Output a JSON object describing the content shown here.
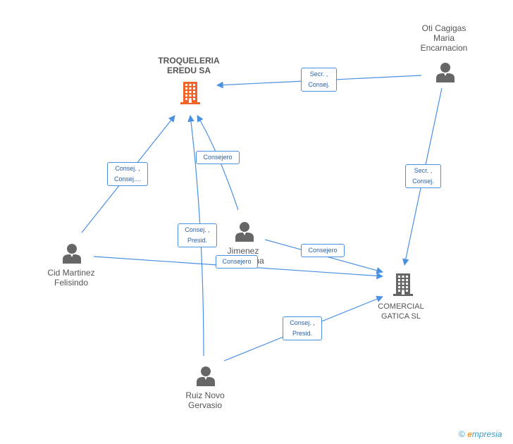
{
  "colors": {
    "edge": "#4a90e2",
    "main_company_icon": "#f0642a",
    "company_icon": "#666666",
    "person_icon": "#666666"
  },
  "companies": [
    {
      "id": "troqueleria",
      "name": "TROQUELERIA\nEREDU SA",
      "icon": "building-icon",
      "highlight": true
    },
    {
      "id": "comercial",
      "name": "COMERCIAL\nGATICA SL",
      "icon": "building-icon",
      "highlight": false
    }
  ],
  "people": [
    {
      "id": "oti",
      "name": "Oti Cagigas\nMaria\nEncarnacion",
      "icon": "person-icon"
    },
    {
      "id": "cid",
      "name": "Cid Martinez\nFelisindo",
      "icon": "person-icon"
    },
    {
      "id": "jimenez",
      "name": "Jimenez\nMagdalena",
      "icon": "person-icon"
    },
    {
      "id": "ruiz",
      "name": "Ruiz Novo\nGervasio",
      "icon": "person-icon"
    }
  ],
  "edges": [
    {
      "from": "oti",
      "to": "troqueleria",
      "label": "Secr. ,\nConsej."
    },
    {
      "from": "oti",
      "to": "comercial",
      "label": "Secr. ,\nConsej."
    },
    {
      "from": "cid",
      "to": "troqueleria",
      "label": "Consej. ,\nConsej...."
    },
    {
      "from": "cid",
      "to": "comercial",
      "label": "Consejero"
    },
    {
      "from": "jimenez",
      "to": "troqueleria",
      "label": "Consejero"
    },
    {
      "from": "jimenez",
      "to": "comercial",
      "label": "Consejero"
    },
    {
      "from": "ruiz",
      "to": "troqueleria",
      "label": "Consej. ,\nPresid."
    },
    {
      "from": "ruiz",
      "to": "comercial",
      "label": "Consej. ,\nPresid."
    }
  ],
  "brand": {
    "copyright": "©",
    "e": "e",
    "rest": "mpresia"
  }
}
